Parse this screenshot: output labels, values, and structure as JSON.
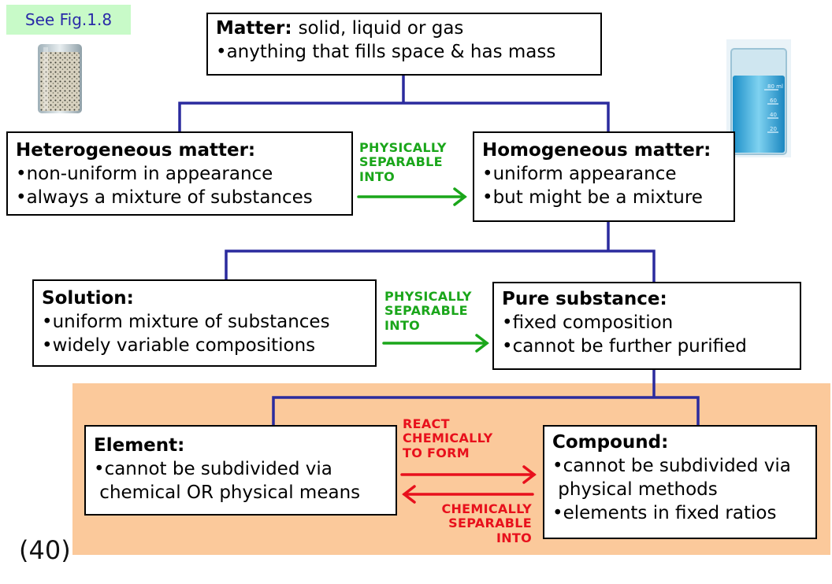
{
  "fig_ref": "See Fig.1.8",
  "page_number": "(40)",
  "colors": {
    "connector": "#2b2b9e",
    "physical_arrow": "#1aa61a",
    "chemical_arrow": "#e8101c",
    "panel": "#fbc99b",
    "fig_ref_bg": "#c8fac8"
  },
  "matter": {
    "title": "Matter:",
    "title_rest": "solid, liquid or gas",
    "lines": [
      "•anything that fills space & has mass"
    ]
  },
  "heterogeneous": {
    "title": "Heterogeneous matter:",
    "lines": [
      "•non-uniform in appearance",
      "•always a mixture of substances"
    ]
  },
  "homogeneous": {
    "title": "Homogeneous matter:",
    "lines": [
      "•uniform appearance",
      "•but might be a mixture"
    ]
  },
  "solution": {
    "title": "Solution:",
    "lines": [
      "•uniform mixture of substances",
      "•widely variable compositions"
    ]
  },
  "pure_substance": {
    "title": "Pure substance:",
    "lines": [
      "•fixed composition",
      "•cannot be further purified"
    ]
  },
  "element": {
    "title": "Element:",
    "lines": [
      "•cannot be subdivided via",
      " chemical OR physical means"
    ]
  },
  "compound": {
    "title": "Compound:",
    "lines": [
      "•cannot be subdivided via",
      " physical methods",
      "•elements in fixed ratios"
    ]
  },
  "arrow_labels": {
    "physically_separable_1": [
      "PHYSICALLY",
      "SEPARABLE",
      "INTO"
    ],
    "physically_separable_2": [
      "PHYSICALLY",
      "SEPARABLE",
      "INTO"
    ],
    "react_chemically": [
      "REACT",
      "CHEMICALLY",
      "TO FORM"
    ],
    "chemically_separable": [
      "CHEMICALLY",
      "SEPARABLE",
      "INTO"
    ]
  },
  "images": {
    "left_beaker": "heterogeneous-mixture-beaker",
    "right_beaker": "blue-liquid-beaker",
    "right_beaker_marks": [
      "80 ml",
      "60",
      "40",
      "20"
    ]
  }
}
